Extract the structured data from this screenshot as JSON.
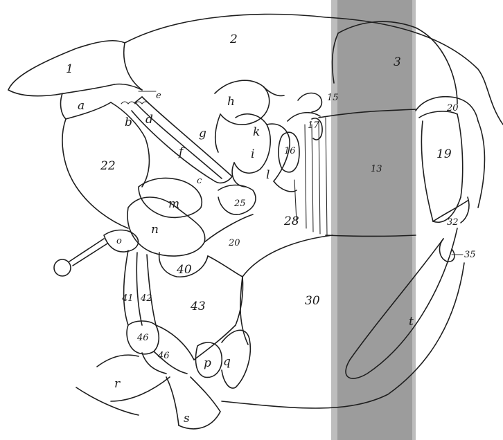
{
  "labels": {
    "l1": "1",
    "l2": "2",
    "l3": "3",
    "l15": "15",
    "l13": "13",
    "l16": "16",
    "l17": "17",
    "l19": "19",
    "l20a": "20",
    "l20b": "20",
    "l22": "22",
    "l25": "25",
    "l28": "28",
    "l30": "30",
    "l32": "32",
    "l35": "35",
    "l40": "40",
    "l41": "41",
    "l42": "42",
    "l43": "43",
    "l46a": "46",
    "l46b": "46",
    "la": "a",
    "lb": "b",
    "ld": "d",
    "le": "e",
    "lf": "f",
    "lg": "g",
    "lh": "h",
    "lk": "k",
    "li": "i",
    "ll": "l",
    "lc": "c",
    "lm": "m",
    "ln": "n",
    "lo": "o",
    "lp": "p",
    "lq": "q",
    "lr": "r",
    "ls": "s",
    "lt": "t"
  },
  "colors": {
    "stripe": "#9c9c9c",
    "ink": "#1e1e1e",
    "paper": "#ffffff"
  }
}
